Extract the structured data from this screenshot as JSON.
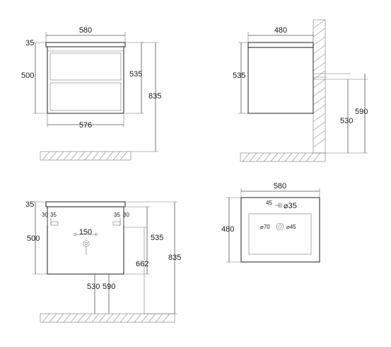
{
  "front_view": {
    "width_top": "580",
    "top_thickness": "35",
    "drawer_height": "500",
    "body_height": "535",
    "width_bottom": "576",
    "total_height": "835"
  },
  "side_view": {
    "depth": "480",
    "body_height": "535",
    "drain_530": "530",
    "drain_590": "590"
  },
  "back_view": {
    "top_thickness": "35",
    "left_30": "30",
    "left_35": "35",
    "right_35": "35",
    "right_30": "30",
    "drawer_height": "500",
    "hole_spacing": "150",
    "body_height": "535",
    "pipe_height": "662",
    "total_height": "835",
    "dim_530": "530",
    "dim_590": "590"
  },
  "top_view": {
    "width": "580",
    "depth": "480",
    "offset_45": "45",
    "tap_hole": "⌀35",
    "bowl_70": "⌀70",
    "drain_45": "⌀45"
  }
}
